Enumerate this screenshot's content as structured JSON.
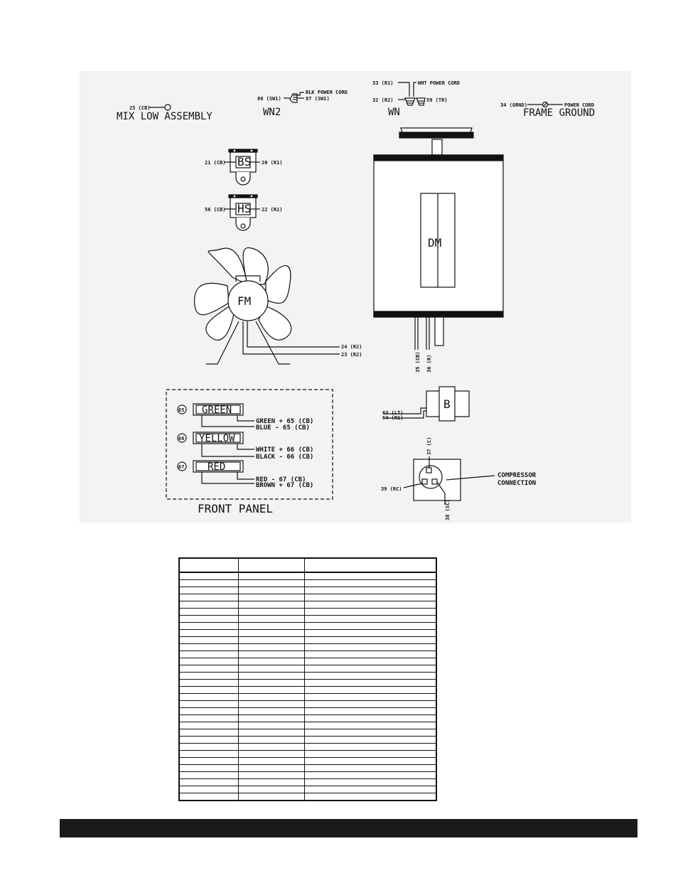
{
  "labels": {
    "mix_low_assembly": "MIX LOW ASSEMBLY",
    "mix_low_wire": "25 (CB)",
    "wn2": "WN2",
    "wn2_wire_left": "86 (SW1)",
    "wn2_blk": "BLK POWER CORD",
    "wn2_wire_right": "87 (SW1)",
    "wn": "WN",
    "wn_wire_33": "33 (R1)",
    "wn_wire_32": "32 (R2)",
    "wn_wht": "WHT POWER CORD",
    "wn_wire_59": "59 (TR)",
    "frame_ground": "FRAME GROUND",
    "fg_wire": "34 (GRND)",
    "fg_power_cord": "POWER CORD",
    "bs": "BS",
    "bs_left": "21 (CB)",
    "bs_right": "20 (R1)",
    "hs": "HS",
    "hs_left": "56 (CB)",
    "hs_right": "22 (R1)",
    "fm": "FM",
    "fm_wire_24": "24 (R2)",
    "fm_wire_23": "23 (R2)",
    "dm": "DM",
    "dm_wire_35": "35 (CB)",
    "dm_wire_36": "36 (R)",
    "b": "B",
    "b_wire_63": "63 (LT)",
    "b_wire_64": "64 (R1)",
    "comp_wire_37": "37 (C)",
    "comp_wire_39": "39 (RC)",
    "comp_wire_38": "38 (SC)",
    "compressor_line1": "COMPRESSOR",
    "compressor_line2": "CONNECTION",
    "front_panel": "FRONT PANEL",
    "green_num": "65",
    "green": "GREEN",
    "green_plus": "GREEN + 65 (CB)",
    "blue_minus": "BLUE - 65 (CB)",
    "yellow_num": "66",
    "yellow": "YELLOW",
    "white_plus": "WHITE + 66 (CB)",
    "black_minus": "BLACK - 66 (CB)",
    "red_num": "67",
    "red": "RED",
    "red_minus": "RED - 67 (CB)",
    "brown_plus": "BROWN + 67 (CB)"
  }
}
